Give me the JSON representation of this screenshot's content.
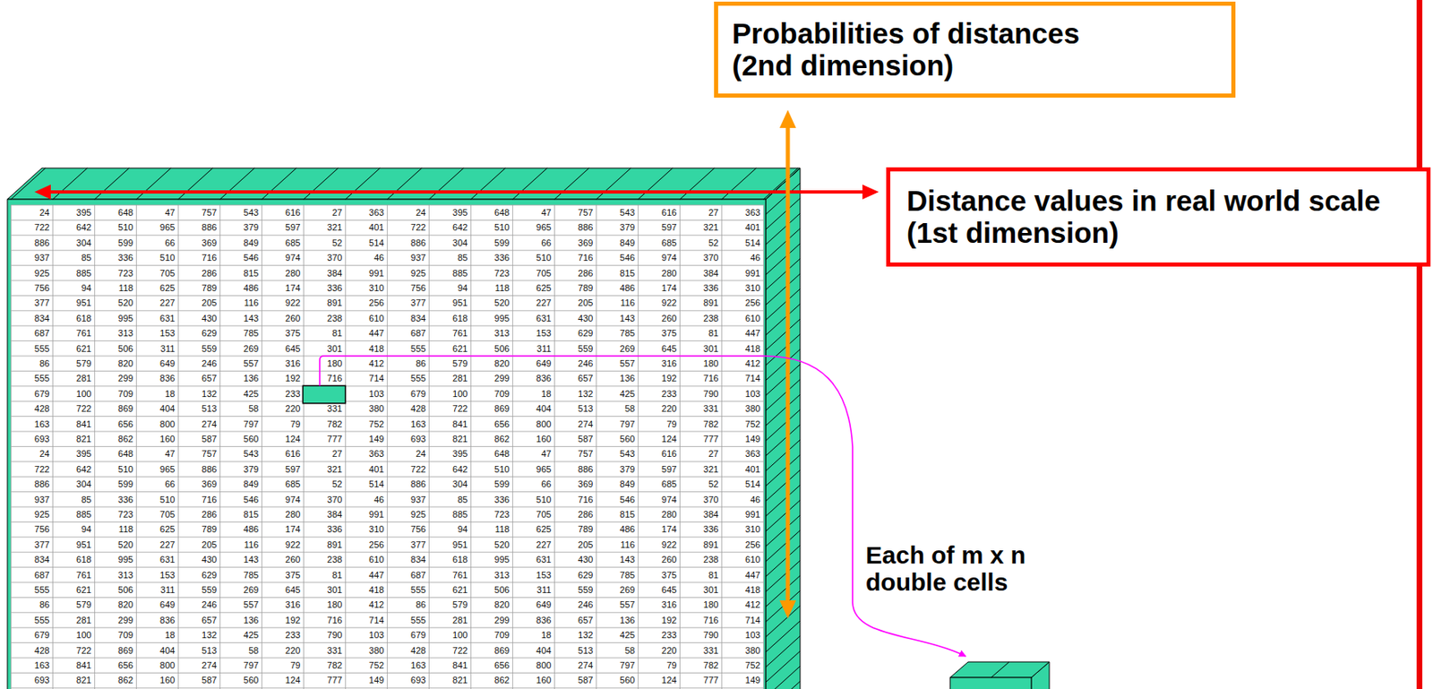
{
  "diagram": {
    "nodes": [
      {
        "text": [
          "Probabilities of distances (2nd dimension)"
        ]
      },
      {
        "text": [
          "Distance values in real world scale (1st dimension)"
        ]
      }
    ],
    "labels": [
      "24",
      "395",
      "648",
      "47",
      "757",
      "543",
      "616",
      "27",
      "363",
      "24",
      "395",
      "648",
      "47",
      "757",
      "543",
      "616",
      "27",
      "363",
      "722",
      "642",
      "510",
      "965",
      "886",
      "379",
      "597",
      "321",
      "401",
      "722",
      "642",
      "510",
      "965",
      "886",
      "379",
      "597",
      "321",
      "401",
      "886",
      "304",
      "599",
      "66",
      "369",
      "849",
      "685",
      "52",
      "514",
      "886",
      "304",
      "599",
      "66",
      "369",
      "849",
      "685",
      "52",
      "514",
      "937",
      "85",
      "336",
      "510",
      "716",
      "546",
      "974",
      "370",
      "46",
      "937",
      "85",
      "336",
      "510",
      "716",
      "546",
      "974",
      "370",
      "46",
      "925",
      "885",
      "723",
      "705",
      "286",
      "815",
      "280",
      "384",
      "991",
      "925",
      "885",
      "723",
      "705",
      "286",
      "815",
      "280",
      "384",
      "991",
      "756",
      "94",
      "118",
      "625",
      "789",
      "486",
      "174",
      "336",
      "310",
      "756",
      "94",
      "118",
      "625",
      "789",
      "486",
      "174",
      "336",
      "310",
      "377",
      "951",
      "520",
      "227",
      "205",
      "116",
      "922",
      "891",
      "256",
      "377",
      "951",
      "520",
      "227",
      "205",
      "116",
      "922",
      "891",
      "256",
      "834",
      "618",
      "995",
      "631",
      "430",
      "143",
      "260",
      "238",
      "610",
      "834",
      "618",
      "995",
      "631",
      "430",
      "143",
      "260",
      "238",
      "610",
      "687",
      "761",
      "313",
      "153",
      "629",
      "785",
      "375",
      "81",
      "447",
      "687",
      "761",
      "313",
      "153",
      "629",
      "785",
      "375",
      "81",
      "447",
      "555",
      "621",
      "506",
      "311",
      "559",
      "269",
      "645",
      "301",
      "418",
      "555",
      "621",
      "506",
      "311",
      "559",
      "269",
      "645",
      "301",
      "418",
      "86",
      "579",
      "820",
      "649",
      "246",
      "557",
      "316",
      "180",
      "412",
      "86",
      "579",
      "820",
      "649",
      "246",
      "557",
      "316",
      "180",
      "412",
      "555",
      "281",
      "299",
      "836",
      "657",
      "136",
      "192",
      "716",
      "714",
      "555",
      "281",
      "299",
      "836",
      "657",
      "136",
      "192",
      "716",
      "714",
      "679",
      "100",
      "709",
      "18",
      "132",
      "425",
      "233",
      "103",
      "679",
      "100",
      "709",
      "18",
      "132",
      "425",
      "233",
      "790",
      "103",
      "428",
      "722",
      "869",
      "404",
      "513",
      "58",
      "220",
      "331",
      "380",
      "428",
      "722",
      "869",
      "404",
      "513",
      "58",
      "220",
      "331",
      "380",
      "163",
      "841",
      "656",
      "800",
      "274",
      "797",
      "79",
      "782",
      "752",
      "163",
      "841",
      "656",
      "800",
      "274",
      "797",
      "79",
      "782",
      "752",
      "693",
      "821",
      "862",
      "160",
      "587",
      "560",
      "124",
      "777",
      "149",
      "693",
      "821",
      "862",
      "160",
      "587",
      "560",
      "124",
      "777",
      "149",
      "24",
      "395",
      "648",
      "47",
      "757",
      "543",
      "616",
      "27",
      "363",
      "24",
      "395",
      "648",
      "47",
      "757",
      "543",
      "616",
      "27",
      "363",
      "722",
      "642",
      "510",
      "965",
      "886",
      "379",
      "597",
      "321",
      "401",
      "722",
      "642",
      "510",
      "965",
      "886",
      "379",
      "597",
      "321",
      "401",
      "886",
      "304",
      "599",
      "66",
      "369",
      "849",
      "685",
      "52",
      "514",
      "886",
      "304",
      "599",
      "66",
      "369",
      "849",
      "685",
      "52",
      "514",
      "937",
      "85",
      "336",
      "510",
      "716",
      "546",
      "974",
      "370",
      "46",
      "937",
      "85",
      "336",
      "510",
      "716",
      "546",
      "974",
      "370",
      "46",
      "925",
      "885",
      "723",
      "705",
      "286",
      "815",
      "280",
      "384",
      "991",
      "925",
      "885",
      "723",
      "705",
      "286",
      "815",
      "280",
      "384",
      "991",
      "756",
      "94",
      "118",
      "625",
      "789",
      "486",
      "174",
      "336",
      "310",
      "756",
      "94",
      "118",
      "625",
      "789",
      "486",
      "174",
      "336",
      "310",
      "377",
      "951",
      "520",
      "227",
      "205",
      "116",
      "922",
      "891",
      "256",
      "377",
      "951",
      "520",
      "227",
      "205",
      "116",
      "922",
      "891",
      "256",
      "834",
      "618",
      "995",
      "631",
      "430",
      "143",
      "260",
      "238",
      "610",
      "834",
      "618",
      "995",
      "631",
      "430",
      "143",
      "260",
      "238",
      "610",
      "687",
      "761",
      "313",
      "153",
      "629",
      "785",
      "375",
      "81",
      "447",
      "687",
      "761",
      "313",
      "153",
      "629",
      "785",
      "375",
      "81",
      "447",
      "555",
      "621",
      "506",
      "311",
      "559",
      "269",
      "645",
      "301",
      "418",
      "555",
      "621",
      "506",
      "311",
      "559",
      "269",
      "645",
      "301",
      "418",
      "86",
      "579",
      "820",
      "649",
      "246",
      "557",
      "316",
      "180",
      "412",
      "86",
      "579",
      "820",
      "649",
      "246",
      "557",
      "316",
      "180",
      "412",
      "555",
      "281",
      "299",
      "836",
      "657",
      "136",
      "192",
      "716",
      "714",
      "555",
      "281",
      "299",
      "836",
      "657",
      "136",
      "192",
      "716",
      "714",
      "679",
      "100",
      "709",
      "18",
      "132",
      "425",
      "233",
      "790",
      "103",
      "679",
      "100",
      "709",
      "18",
      "132",
      "425",
      "233",
      "790",
      "103",
      "428",
      "722",
      "869",
      "404",
      "513",
      "58",
      "220",
      "331",
      "380",
      "428",
      "722",
      "869",
      "404",
      "513",
      "58",
      "220",
      "331",
      "380",
      "163",
      "841",
      "656",
      "800",
      "274",
      "797",
      "79",
      "782",
      "752",
      "163",
      "841",
      "656",
      "800",
      "274",
      "797",
      "79",
      "782",
      "752",
      "693",
      "821",
      "862",
      "160",
      "587",
      "560",
      "124",
      "777",
      "149",
      "693",
      "821",
      "862",
      "160",
      "587",
      "560",
      "124",
      "777",
      "149",
      "Each of m x n double cells"
    ]
  }
}
